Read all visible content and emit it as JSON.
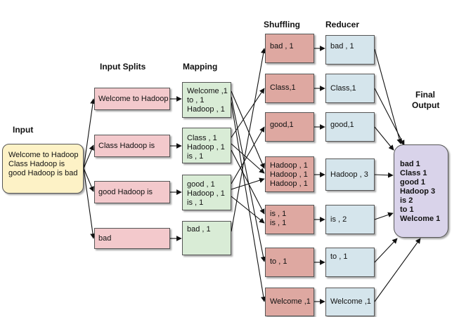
{
  "headings": {
    "input": "Input",
    "input_splits": "Input Splits",
    "mapping": "Mapping",
    "shuffling": "Shuffling",
    "reducer": "Reducer",
    "final_output": [
      "Final",
      "Output"
    ]
  },
  "input": [
    "Welcome to Hadoop",
    "Class Hadoop is",
    "good Hadoop is bad"
  ],
  "splits": [
    [
      "Welcome to Hadoop"
    ],
    [
      "Class Hadoop is"
    ],
    [
      "good Hadoop is"
    ],
    [
      "bad"
    ]
  ],
  "mapping": [
    [
      "Welcome ,1",
      "to , 1",
      "Hadoop , 1"
    ],
    [
      "Class , 1",
      "Hadoop , 1",
      "is , 1"
    ],
    [
      "good , 1",
      "Hadoop , 1",
      "is , 1"
    ],
    [
      "bad , 1"
    ]
  ],
  "shuffling": [
    [
      "bad , 1"
    ],
    [
      "Class,1"
    ],
    [
      "good,1"
    ],
    [
      "Hadoop , 1",
      "Hadoop , 1",
      "Hadoop , 1"
    ],
    [
      "is , 1",
      "is , 1"
    ],
    [
      "to , 1"
    ],
    [
      "Welcome ,1"
    ]
  ],
  "reducer": [
    [
      "bad , 1"
    ],
    [
      "Class,1"
    ],
    [
      "good,1"
    ],
    [
      "Hadoop , 3"
    ],
    [
      "is , 2"
    ],
    [
      "to , 1"
    ],
    [
      "Welcome ,1"
    ]
  ],
  "final_output": [
    "bad 1",
    "Class 1",
    "good 1",
    "Hadoop 3",
    "is 2",
    "to 1",
    "Welcome 1"
  ],
  "colors": {
    "input": "#fdf2c6",
    "split": "#f3c9cc",
    "mapping": "#d9ecd6",
    "shuffling": "#dea8a1",
    "reducer": "#d5e5ec",
    "output": "#d9d3ea",
    "arrow": "#111111"
  }
}
